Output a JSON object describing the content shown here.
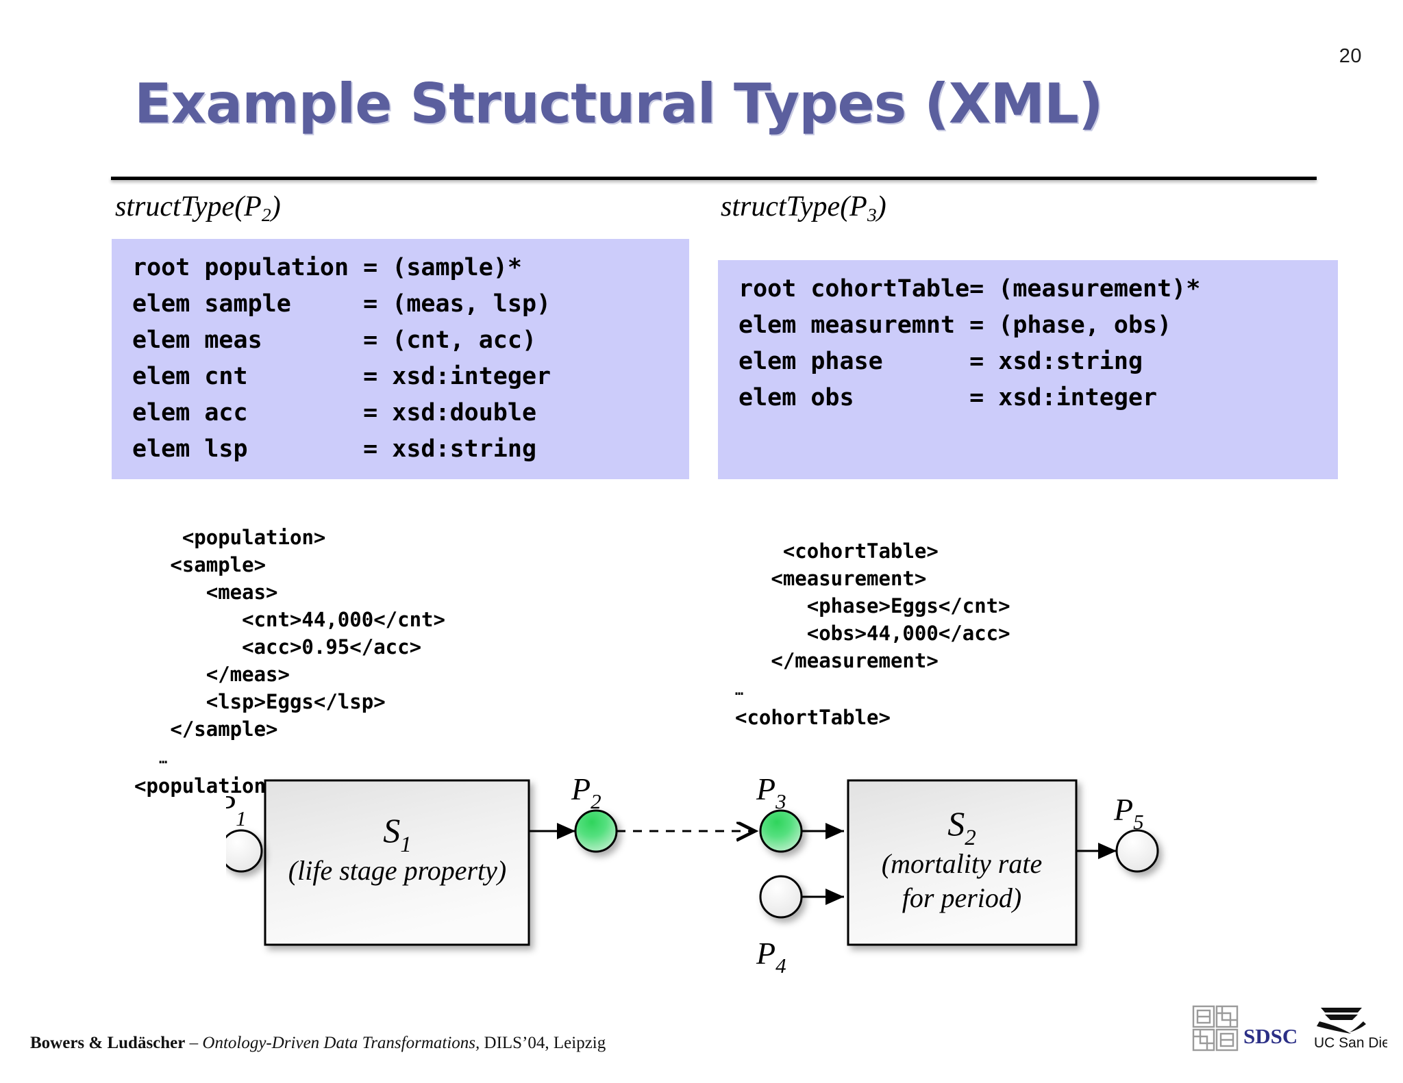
{
  "slide": {
    "page_number": "20",
    "title": "Example Structural Types (XML)",
    "accent_color": "#5b5f9e",
    "panel_color": "#ccccfa"
  },
  "left_column": {
    "caption_main": "structType(P",
    "caption_sub": "2",
    "caption_close": ")",
    "schema_code": "root population = (sample)*\nelem sample     = (meas, lsp)\nelem meas       = (cnt, acc)\nelem cnt        = xsd:integer\nelem acc        = xsd:double\nelem lsp        = xsd:string",
    "instance_xml_part1": "<population>\n   <sample>\n      <meas>\n         <cnt>44,000</cnt>\n         <acc>0.95</acc>\n      </meas>\n      <lsp>Eggs</lsp>\n   </sample>",
    "instance_ellipsis": "   …",
    "instance_xml_part2": "<population>"
  },
  "right_column": {
    "caption_main": "structType(P",
    "caption_sub": "3",
    "caption_close": ")",
    "schema_code": "root cohortTable= (measurement)*\nelem measuremnt = (phase, obs)\nelem phase      = xsd:string\nelem obs        = xsd:integer",
    "instance_xml_part1": "<cohortTable>\n   <measurement>\n      <phase>Eggs</cnt>\n      <obs>44,000</acc>\n   </measurement>",
    "instance_ellipsis": "…",
    "instance_xml_part2": "<cohortTable>"
  },
  "diagram": {
    "ports": [
      {
        "id": "P1",
        "label_main": "P",
        "label_sub": "1",
        "state": "empty"
      },
      {
        "id": "P2",
        "label_main": "P",
        "label_sub": "2",
        "state": "filled"
      },
      {
        "id": "P3",
        "label_main": "P",
        "label_sub": "3",
        "state": "filled"
      },
      {
        "id": "P4",
        "label_main": "P",
        "label_sub": "4",
        "state": "empty"
      },
      {
        "id": "P5",
        "label_main": "P",
        "label_sub": "5",
        "state": "empty"
      }
    ],
    "steps": [
      {
        "id": "S1",
        "label_main": "S",
        "label_sub": "1",
        "description": "(life stage property)"
      },
      {
        "id": "S2",
        "label_main": "S",
        "label_sub": "2",
        "description_line1": "(mortality rate",
        "description_line2": "for period)"
      }
    ],
    "filled_port_color": "#3ddc6a",
    "empty_port_color": "#f2f2f2",
    "step_box_color": "#eeeeee"
  },
  "footer": {
    "authors": "Bowers & Ludäscher",
    "title": " – Ontology-Driven Data Transformations,",
    "venue": " DILS’04, Leipzig"
  },
  "logos": {
    "sdsc_text": "SDSC",
    "ucsd_text": "UC San Diego",
    "sdsc_color": "#2b2f86"
  }
}
